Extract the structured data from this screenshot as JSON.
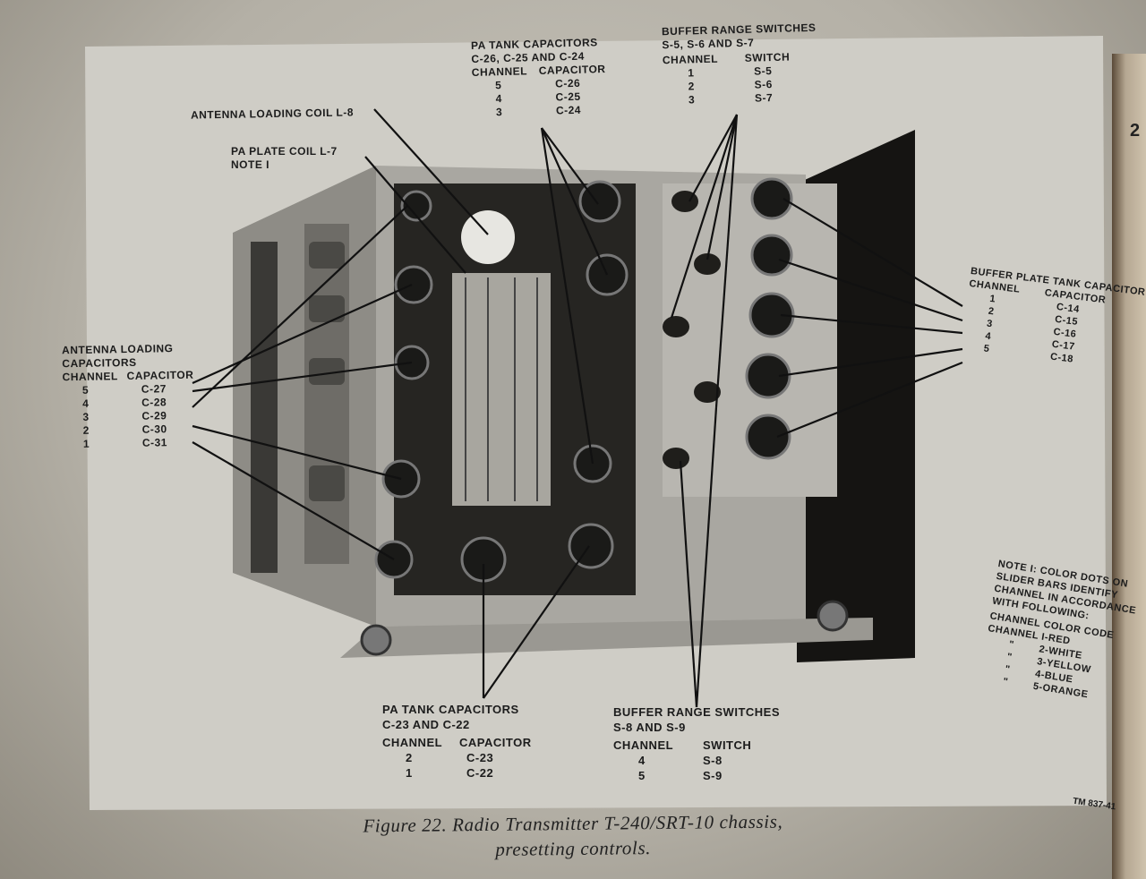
{
  "page_number": "2",
  "labels": {
    "antenna_loading_coil": "ANTENNA LOADING COIL L-8",
    "pa_plate_coil": {
      "title": "PA PLATE COIL L-7",
      "note": "NOTE I"
    },
    "pa_tank_top": {
      "title1": "PA TANK CAPACITORS",
      "title2": "C-26, C-25 AND C-24",
      "headers": [
        "CHANNEL",
        "CAPACITOR"
      ],
      "rows": [
        [
          "5",
          "C-26"
        ],
        [
          "4",
          "C-25"
        ],
        [
          "3",
          "C-24"
        ]
      ]
    },
    "buffer_range_top": {
      "title1": "BUFFER RANGE SWITCHES",
      "title2": "S-5, S-6 AND S-7",
      "headers": [
        "CHANNEL",
        "SWITCH"
      ],
      "rows": [
        [
          "1",
          "S-5"
        ],
        [
          "2",
          "S-6"
        ],
        [
          "3",
          "S-7"
        ]
      ]
    },
    "buffer_plate_tank": {
      "title": "BUFFER PLATE TANK CAPACITOR",
      "headers": [
        "CHANNEL",
        "CAPACITOR"
      ],
      "rows": [
        [
          "1",
          "C-14"
        ],
        [
          "2",
          "C-15"
        ],
        [
          "3",
          "C-16"
        ],
        [
          "4",
          "C-17"
        ],
        [
          "5",
          "C-18"
        ]
      ]
    },
    "antenna_loading_caps": {
      "title1": "ANTENNA LOADING",
      "title2": "CAPACITORS",
      "headers": [
        "CHANNEL",
        "CAPACITOR"
      ],
      "rows": [
        [
          "5",
          "C-27"
        ],
        [
          "4",
          "C-28"
        ],
        [
          "3",
          "C-29"
        ],
        [
          "2",
          "C-30"
        ],
        [
          "1",
          "C-31"
        ]
      ]
    },
    "pa_tank_bottom": {
      "title1": "PA TANK CAPACITORS",
      "title2": "C-23 AND C-22",
      "headers": [
        "CHANNEL",
        "CAPACITOR"
      ],
      "rows": [
        [
          "2",
          "C-23"
        ],
        [
          "1",
          "C-22"
        ]
      ]
    },
    "buffer_range_bottom": {
      "title1": "BUFFER RANGE SWITCHES",
      "title2": "S-8  AND  S-9",
      "headers": [
        "CHANNEL",
        "SWITCH"
      ],
      "rows": [
        [
          "4",
          "S-8"
        ],
        [
          "5",
          "S-9"
        ]
      ]
    },
    "note": {
      "lines": [
        "NOTE I: COLOR DOTS ON",
        "SLIDER BARS IDENTIFY",
        "CHANNEL IN ACCORDANCE",
        "WITH FOLLOWING:",
        "CHANNEL COLOR CODE",
        "CHANNEL I-RED"
      ],
      "codes": [
        [
          "\"",
          "2-WHITE"
        ],
        [
          "\"",
          "3-YELLOW"
        ],
        [
          "\"",
          "4-BLUE"
        ],
        [
          "\"",
          "5-ORANGE"
        ]
      ]
    }
  },
  "figure_code": "TM 837-41",
  "caption": {
    "line1": "Figure 22. Radio Transmitter T-240/SRT-10 chassis,",
    "line2": "presetting controls."
  }
}
